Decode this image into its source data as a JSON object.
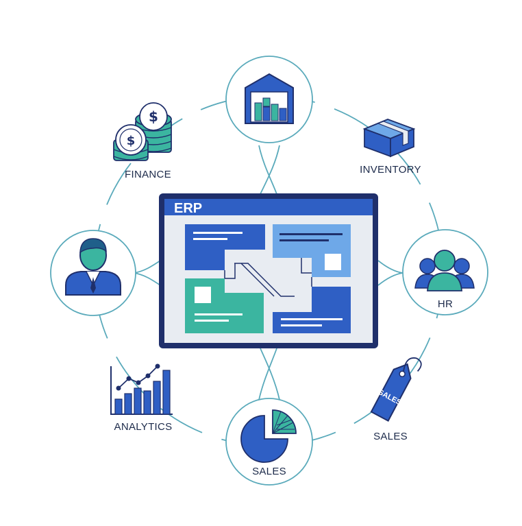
{
  "diagram": {
    "center": {
      "title": "ERP"
    },
    "modules": {
      "finance": {
        "label": "FINANCE",
        "icon": "coin-stacks-icon"
      },
      "warehouse": {
        "label": "",
        "icon": "warehouse-icon"
      },
      "inventory": {
        "label": "INVENTORY",
        "icon": "box-icon"
      },
      "hr": {
        "label": "HR",
        "icon": "people-group-icon"
      },
      "sales_tag": {
        "label": "SALES",
        "tag_text": "SALES",
        "icon": "price-tag-icon"
      },
      "sales_pie": {
        "label": "SALES",
        "icon": "pie-chart-icon"
      },
      "analytics": {
        "label": "ANALYTICS",
        "icon": "bar-line-chart-icon"
      },
      "user": {
        "label": "",
        "icon": "user-icon"
      }
    },
    "colors": {
      "navy": "#1f2f6b",
      "blue": "#2f5fc4",
      "light_blue": "#6ea8e8",
      "teal": "#3bb5a0",
      "ring_line": "#5aaabb"
    }
  }
}
